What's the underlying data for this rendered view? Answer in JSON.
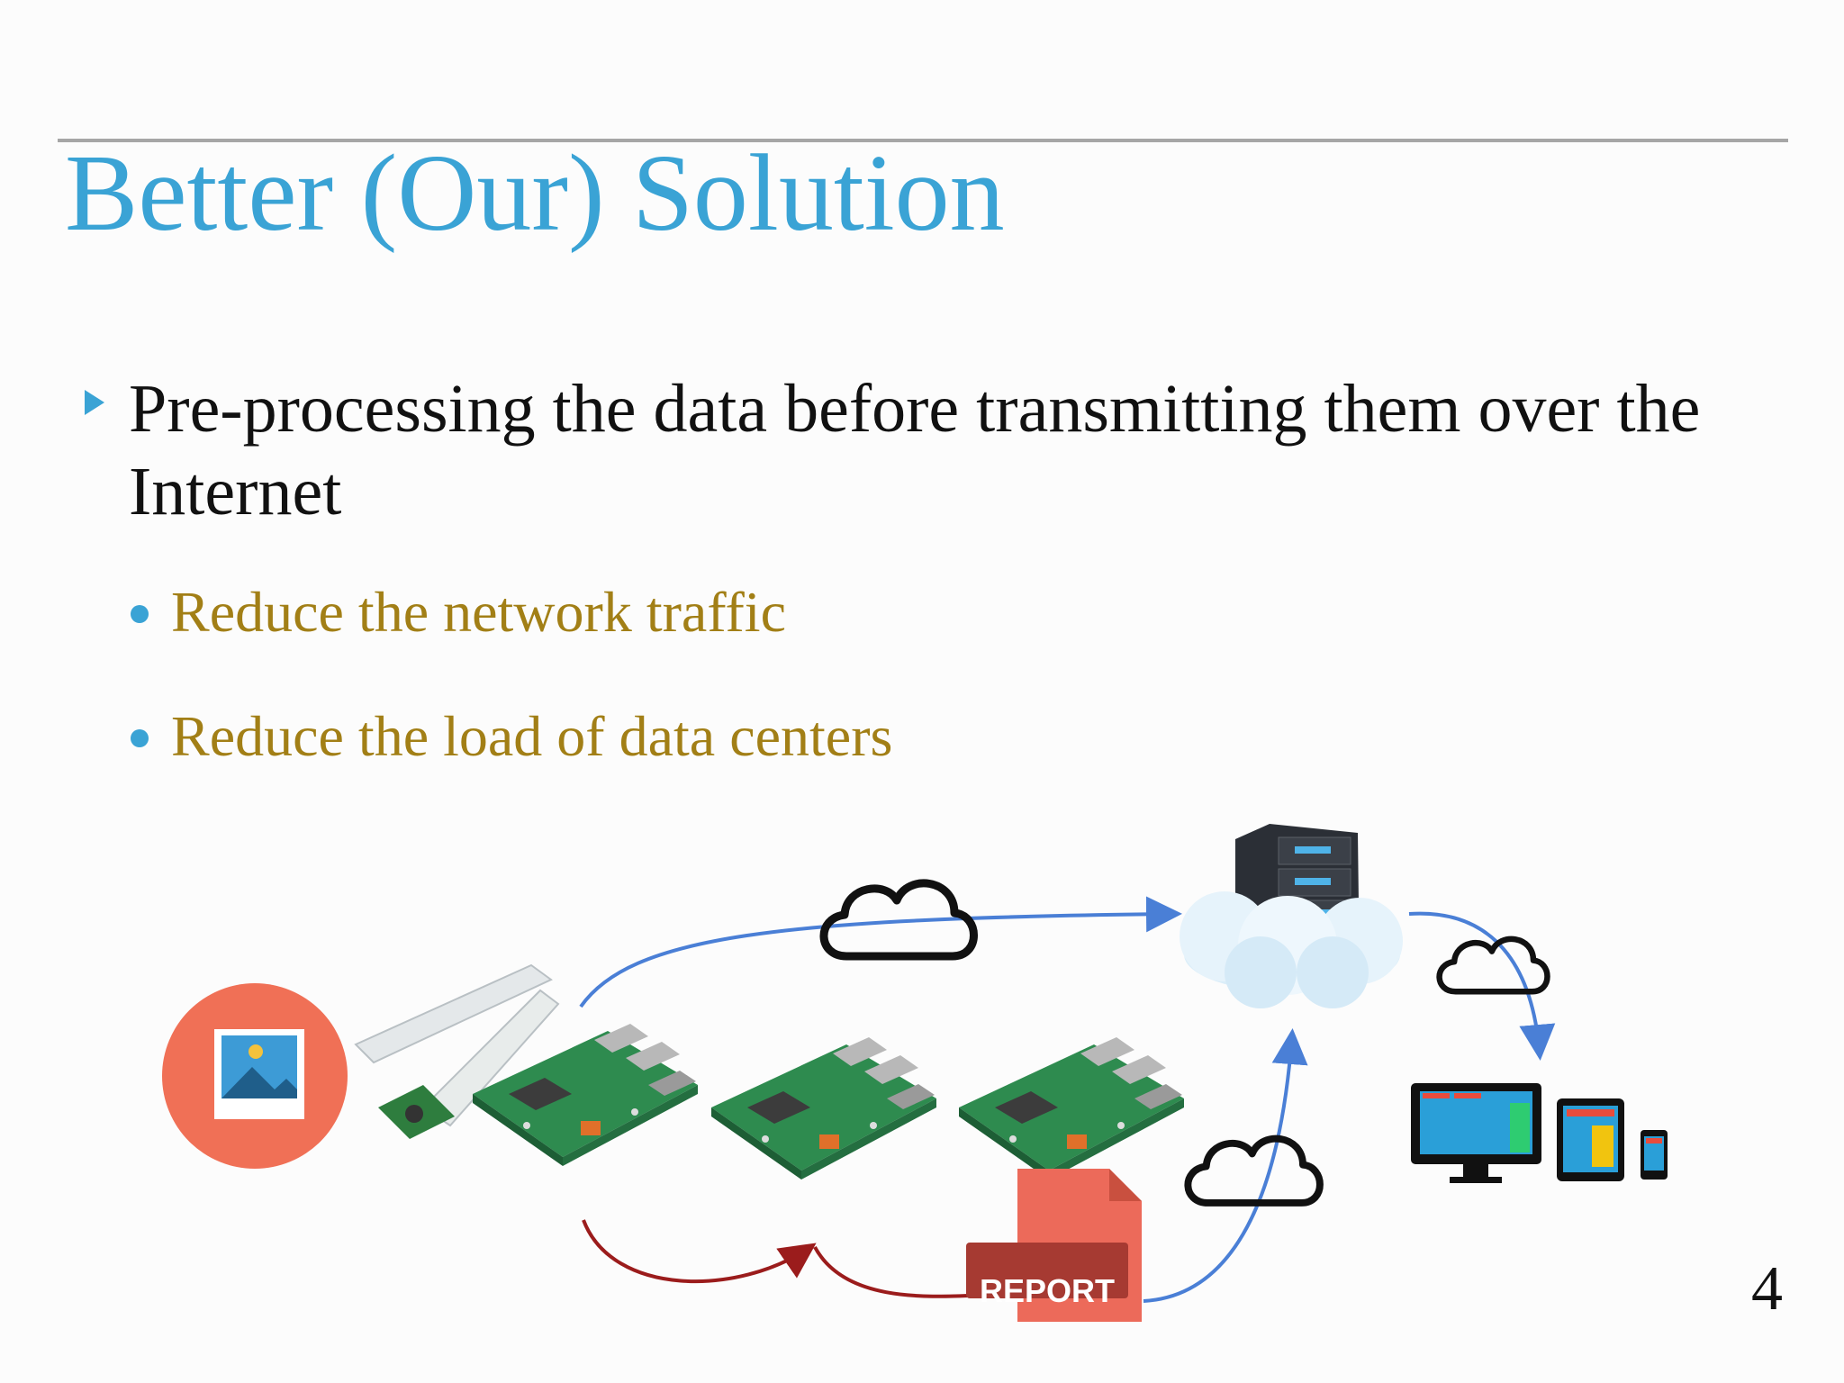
{
  "slide": {
    "title": "Better (Our) Solution",
    "bullet": "Pre-processing the data before transmitting them over the Internet",
    "sub_bullets": [
      "Reduce the network traffic",
      "Reduce the load of data centers"
    ],
    "page_number": "4"
  },
  "diagram": {
    "report_label": "REPORT",
    "icons": [
      "image-icon",
      "camera-module-icon",
      "raspberry-pi-board-icon",
      "cloud-outline-icon",
      "server-cloud-icon",
      "monitor-icon",
      "tablet-icon",
      "phone-icon",
      "report-file-icon"
    ]
  },
  "colors": {
    "title": "#3aa3d5",
    "sub_bullet": "#a27f16",
    "blue_arrow": "#4a7fd6",
    "red_arrow": "#9b1c1c",
    "report": "#ec6a5a"
  }
}
